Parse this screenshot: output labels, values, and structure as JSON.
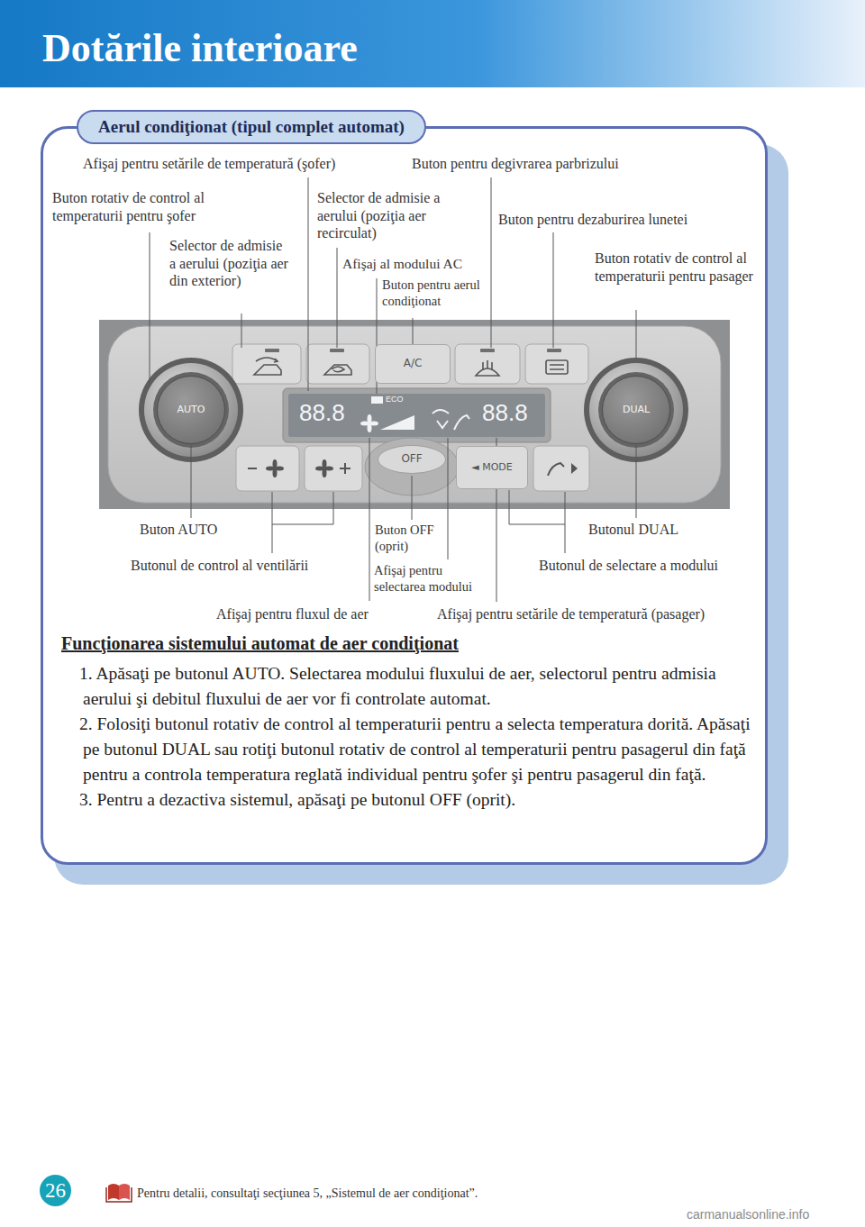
{
  "diagram": {
    "title": "Dotările interioare",
    "nodes": [
      {
        "text": [
          "Aerul condiţionat (tipul complet automat)",
          "Funcţionarea sistemului automat de aer condiţionat",
          "1. Apăsaţi pe butonul AUTO. Selectarea modului fluxului de aer, selectorul pentru admisia aerului şi debitul fluxului de aer vor fi controlate automat.",
          "2. Folosiţi butonul rotativ de control al temperaturii pentru a selecta temperatura dorită. Apăsaţi pe butonul DUAL sau rotiţi butonul rotativ de control al temperaturii pentru pasagerul din faţă pentru a controla temperatura reglată individual pentru şofer şi pentru pasagerul din faţă.",
          "3. Pentru a dezactiva sistemul, apăsaţi pe butonul OFF (oprit)."
        ]
      },
      {
        "text": [
          "A/C"
        ],
        "in": 0
      },
      {
        "text": [
          "AUTO"
        ],
        "in": 0
      },
      {
        "text": [
          "88.8",
          "ECO",
          "88.8"
        ],
        "in": 0
      },
      {
        "text": [
          "DUAL"
        ],
        "in": 0
      },
      {
        "text": [
          "OFF"
        ],
        "in": 0
      },
      {
        "text": [
          "◄ MODE"
        ],
        "in": 0
      },
      {
        "text": [
          "26"
        ]
      }
    ],
    "labels": [
      "Afişaj pentru setările de temperatură (şofer)",
      "Buton pentru degivrarea parbrizului",
      "Buton rotativ de control al temperaturii pentru şofer",
      "Selector de admisie a aerului (poziţia aer recirculat)",
      "Buton pentru dezaburirea lunetei",
      "Selector de admisie a aerului (poziţia aer din exterior)",
      "Afişaj al modului AC",
      "Buton pentru aerul condiţionat",
      "Buton rotativ de control al temperaturii pentru pasager",
      "Buton AUTO",
      "Butonul DUAL",
      "Buton OFF (oprit)",
      "Butonul de control al ventilării",
      "Butonul de selectare a modului",
      "Afişaj pentru selectarea modului",
      "Afişaj pentru fluxul de aer",
      "Afişaj pentru setările de temperatură (pasager)",
      "Pentru detalii, consultaţi secţiunea 5, „Sistemul de aer condiţionat”.",
      "carmanualsonline.info"
    ]
  }
}
